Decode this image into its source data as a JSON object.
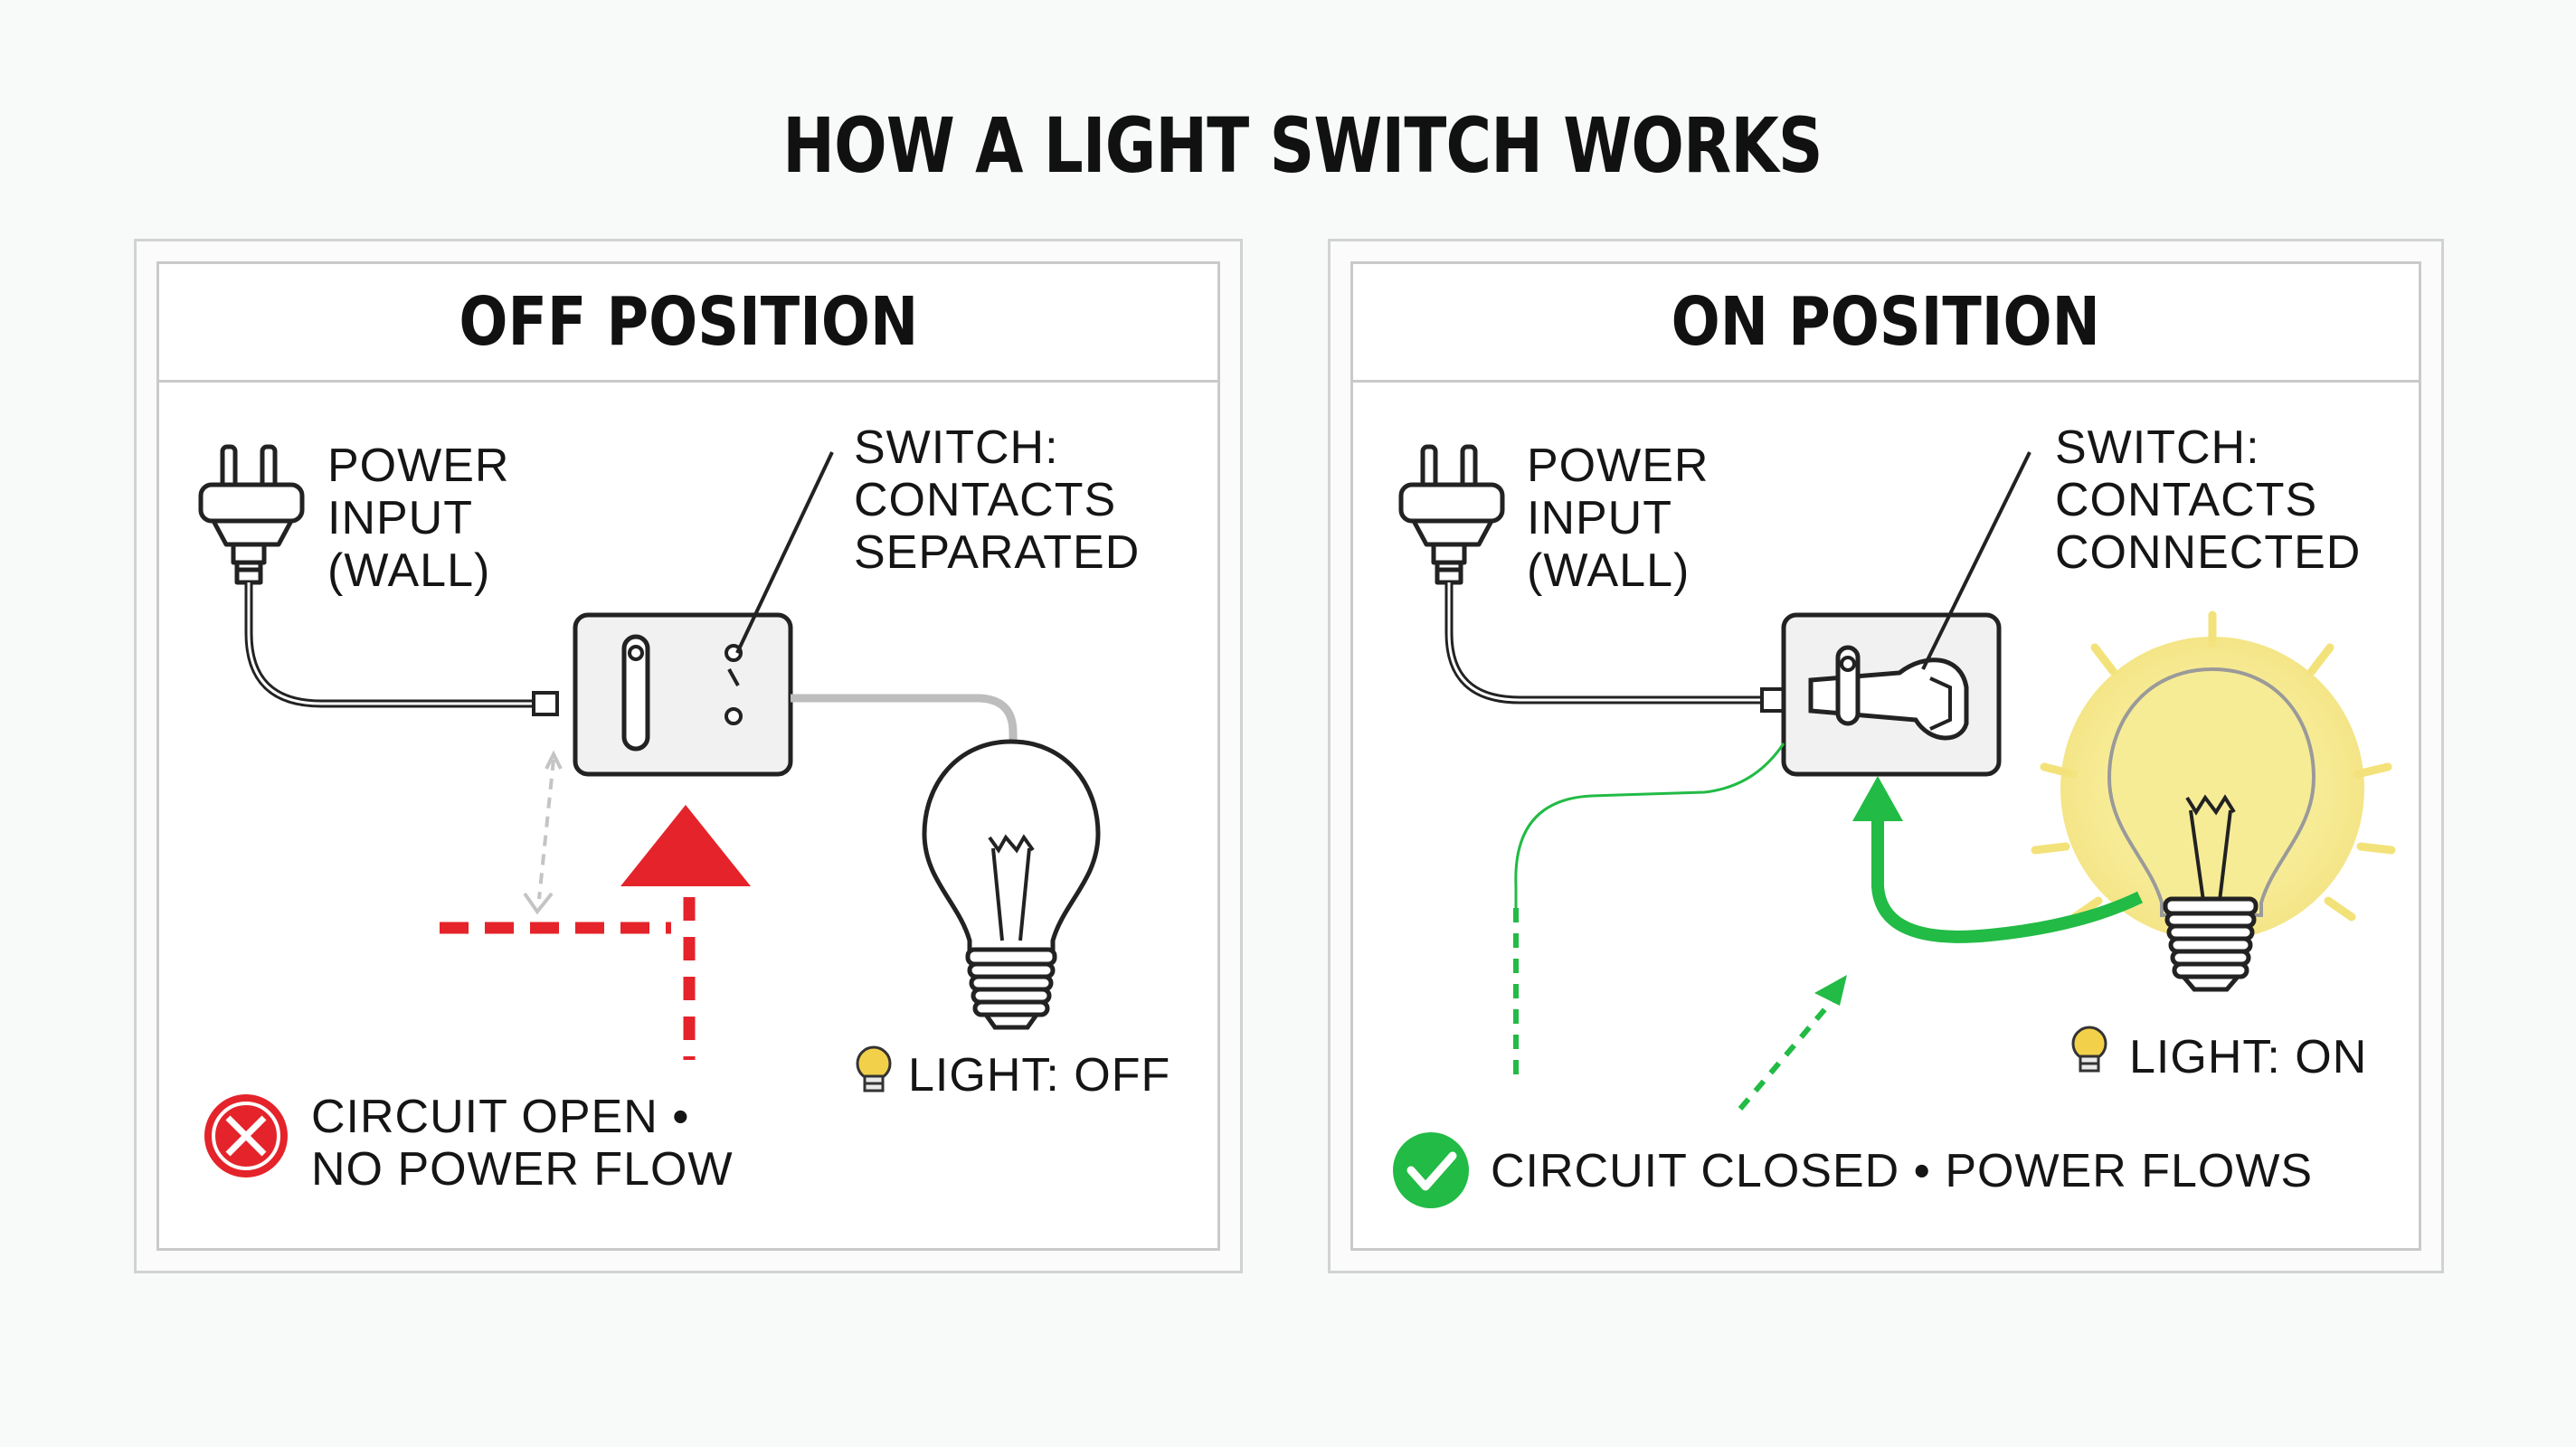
{
  "title": "HOW A LIGHT SWITCH WORKS",
  "off_panel": {
    "title": "OFF POSITION",
    "power_label": "POWER\nINPUT\n(WALL)",
    "switch_label": "SWITCH:\nCONTACTS\nSEPARATED",
    "light_label": "LIGHT: OFF",
    "status_label": "CIRCUIT OPEN •\nNO POWER FLOW"
  },
  "on_panel": {
    "title": "ON POSITION",
    "power_label": "POWER\nINPUT\n(WALL)",
    "switch_label": "SWITCH:\nCONTACTS\nCONNECTED",
    "light_label": "LIGHT: ON",
    "status_label": "CIRCUIT CLOSED • POWER FLOWS"
  },
  "colors": {
    "red": "#e5232a",
    "green": "#22bb45",
    "glow": "#f6e98a",
    "gray_wire": "#bdbdbd"
  },
  "icons": [
    "plug-icon",
    "switch-icon",
    "bulb-icon",
    "error-icon",
    "check-icon",
    "small-bulb-icon"
  ]
}
